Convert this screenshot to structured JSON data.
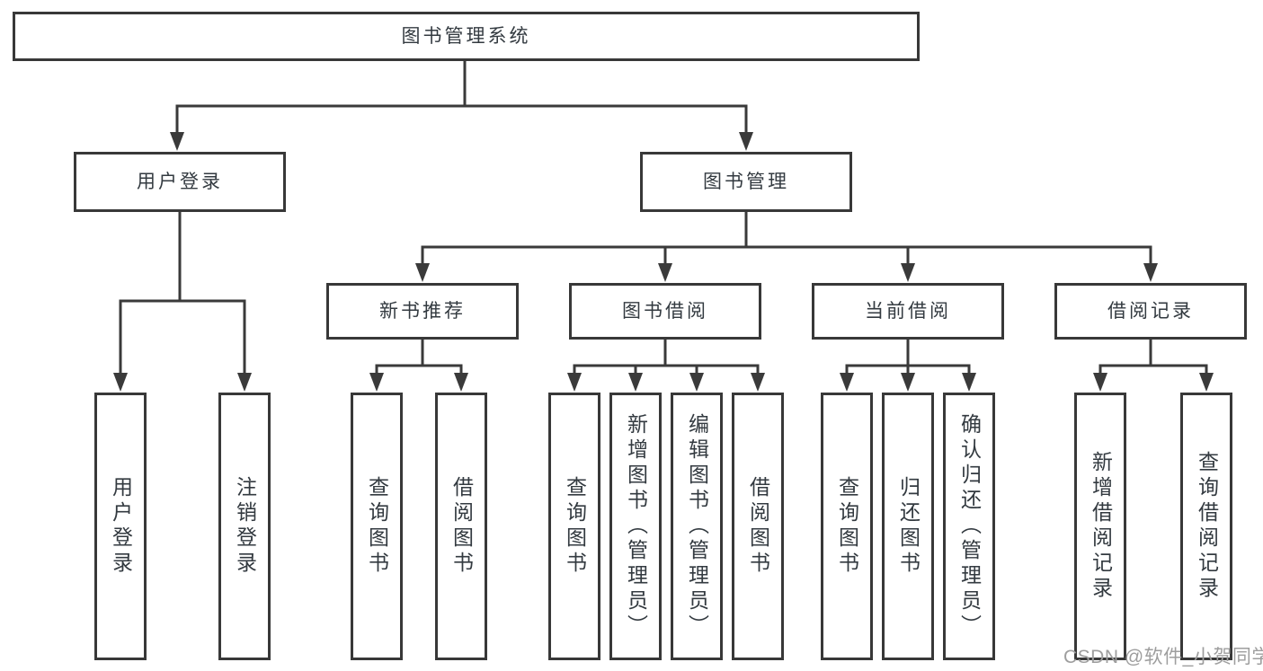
{
  "tree": {
    "root": {
      "label": "图书管理系统",
      "children": [
        {
          "label": "用户登录",
          "children": [
            {
              "label": "用户登录"
            },
            {
              "label": "注销登录"
            }
          ]
        },
        {
          "label": "图书管理",
          "children": [
            {
              "label": "新书推荐",
              "children": [
                {
                  "label": "查询图书"
                },
                {
                  "label": "借阅图书"
                }
              ]
            },
            {
              "label": "图书借阅",
              "children": [
                {
                  "label": "查询图书"
                },
                {
                  "label": "新增图书（管理员）"
                },
                {
                  "label": "编辑图书（管理员）"
                },
                {
                  "label": "借阅图书"
                }
              ]
            },
            {
              "label": "当前借阅",
              "children": [
                {
                  "label": "查询图书"
                },
                {
                  "label": "归还图书"
                },
                {
                  "label": "确认归还（管理员）"
                }
              ]
            },
            {
              "label": "借阅记录",
              "children": [
                {
                  "label": "新增借阅记录"
                },
                {
                  "label": "查询借阅记录"
                }
              ]
            }
          ]
        }
      ]
    }
  },
  "watermark": {
    "text": "CSDN @软件_小贺同学"
  },
  "colors": {
    "line": "#3a3a3a",
    "box_border": "#383838",
    "text": "#333a40",
    "watermark": "#9e9e9e",
    "background": "#ffffff"
  }
}
